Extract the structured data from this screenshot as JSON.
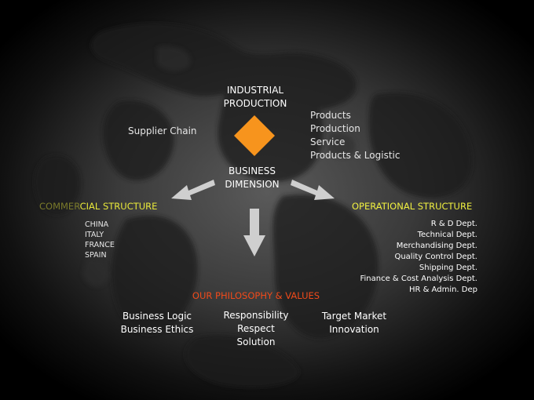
{
  "diagram": {
    "top": {
      "line1": "INDUSTRIAL",
      "line2": "PRODUCTION"
    },
    "center": {
      "line1": "BUSINESS",
      "line2": "DIMENSION"
    },
    "supplier_chain": "Supplier Chain",
    "products_list": [
      "Products",
      "Production",
      "Service",
      "Products & Logistic"
    ],
    "commercial": {
      "title_part1": "COMMER",
      "title_part2": "CIAL STRUCTURE",
      "countries": [
        "CHINA",
        "ITALY",
        "FRANCE",
        "SPAIN"
      ]
    },
    "operational": {
      "title": "OPERATIONAL STRUCTURE",
      "departments": [
        "R & D Dept.",
        "Technical Dept.",
        "Merchandising Dept.",
        "Quality Control Dept.",
        "Shipping Dept.",
        "Finance & Cost Analysis Dept.",
        "HR & Admin. Dep"
      ]
    },
    "philosophy": {
      "title": "OUR PHILOSOPHY & VALUES",
      "left": [
        "Business Logic",
        "Business Ethics"
      ],
      "middle": [
        "Responsibility",
        "Respect",
        "Solution"
      ],
      "right": [
        "Target Market",
        "Innovation"
      ]
    }
  },
  "colors": {
    "diamond": "#f7941d",
    "arrow": "#cfcfcf",
    "commercial_title_dark": "#7a7a2a",
    "commercial_title_bright": "#e8e83a",
    "operational_title": "#f0f040",
    "philosophy_title": "#f04a1a",
    "light_text": "#e6e6e6"
  }
}
